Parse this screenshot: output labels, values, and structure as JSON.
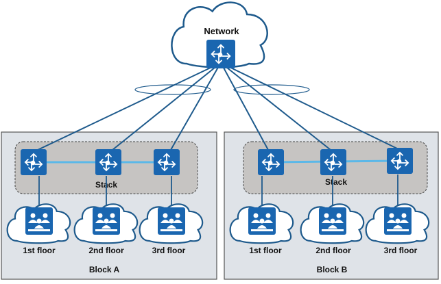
{
  "network": {
    "label": "Network"
  },
  "colors": {
    "switch": "#1a66b0",
    "link": "#1e5a8c",
    "stack_link": "#5bb8e8",
    "block_bg": "#dfe3e8",
    "stack_bg": "#c6c4c2"
  },
  "blocks": [
    {
      "label": "Block A",
      "stack_label": "Stack",
      "floors": [
        "1st floor",
        "2nd floor",
        "3rd floor"
      ]
    },
    {
      "label": "Block B",
      "stack_label": "Stack",
      "floors": [
        "1st floor",
        "2nd floor",
        "3rd floor"
      ]
    }
  ],
  "icons": {
    "switch": "router-arrows-icon",
    "floor": "user-group-icon"
  }
}
